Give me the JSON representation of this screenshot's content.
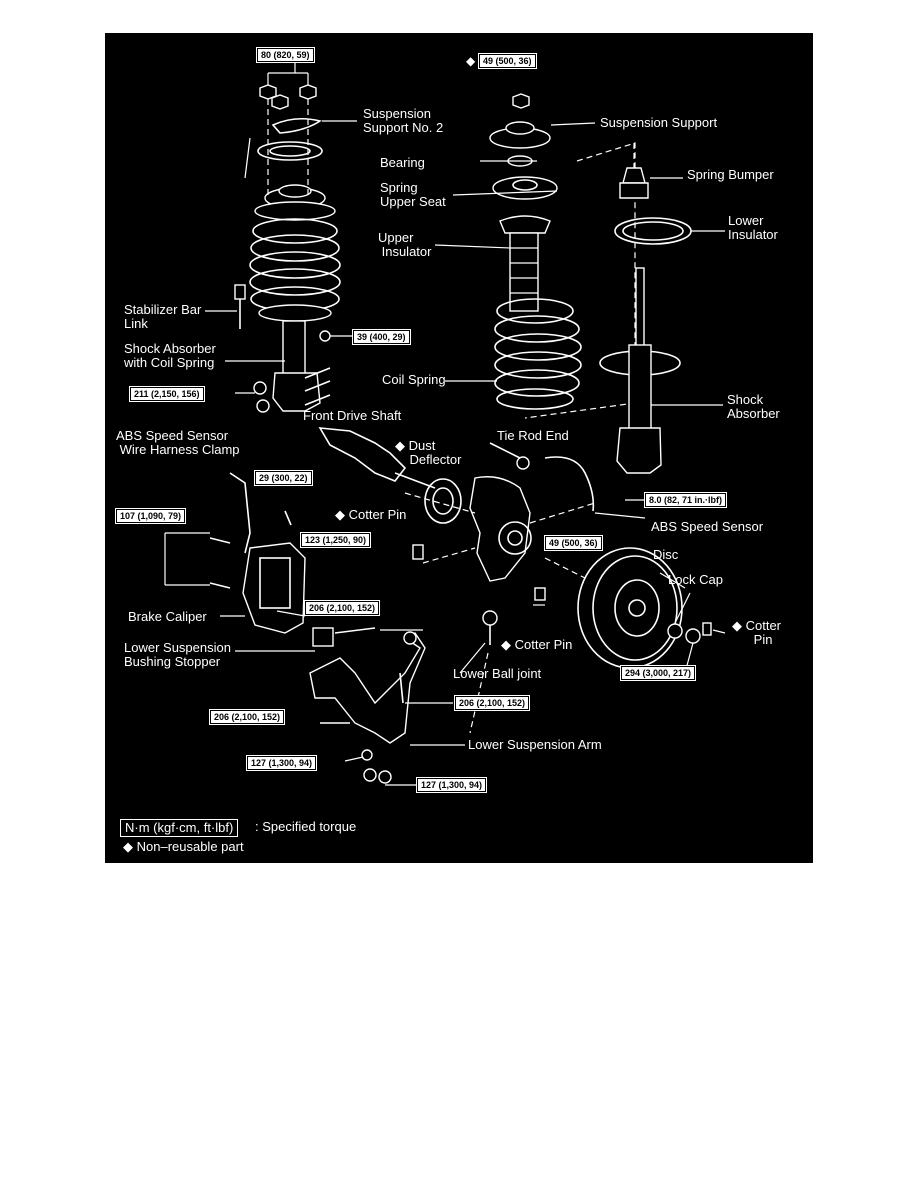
{
  "diagram": {
    "labels": {
      "suspension_support_no2": "Suspension\nSupport No. 2",
      "suspension_support": "Suspension Support",
      "bearing": "Bearing",
      "spring_upper_seat": "Spring\nUpper Seat",
      "spring_bumper": "Spring Bumper",
      "upper_insulator": "Upper\nInsulator",
      "lower_insulator": "Lower\nInsulator",
      "stabilizer_bar_link": "Stabilizer Bar\nLink",
      "shock_absorber_with_coil_spring": "Shock Absorber\nwith Coil Spring",
      "coil_spring": "Coil Spring",
      "shock_absorber": "Shock\nAbsorber",
      "front_drive_shaft": "Front Drive Shaft",
      "abs_wire_harness_clamp": "ABS Speed Sensor\nWire Harness Clamp",
      "dust_deflector": "Dust\nDeflector",
      "tie_rod_end": "Tie Rod End",
      "cotter_pin_1": "Cotter Pin",
      "abs_speed_sensor": "ABS Speed Sensor",
      "disc": "Disc",
      "lock_cap": "Lock Cap",
      "cotter_pin_2": "Cotter\nPin",
      "brake_caliper": "Brake Caliper",
      "lower_suspension_bushing_stopper": "Lower Suspension\nBushing Stopper",
      "cotter_pin_3": "Cotter Pin",
      "lower_ball_joint": "Lower Ball joint",
      "lower_suspension_arm": "Lower Suspension Arm"
    },
    "torques": {
      "t1": "80 (820, 59)",
      "t2": "49 (500, 36)",
      "t3": "39 (400, 29)",
      "t4": "211 (2,150, 156)",
      "t5": "29 (300, 22)",
      "t6": "8.0 (82, 71 in.·lbf)",
      "t7": "107 (1,090, 79)",
      "t8": "123 (1,250, 90)",
      "t9": "49 (500, 36)",
      "t10": "206 (2,100, 152)",
      "t11": "294 (3,000, 217)",
      "t12": "206 (2,100, 152)",
      "t13": "206 (2,100, 152)",
      "t14": "127 (1,300, 94)",
      "t15": "127 (1,300, 94)"
    },
    "legend": {
      "unit_box": "N·m (kgf·cm, ft·lbf)",
      "unit_text": ": Specified torque",
      "nonreusable": "Non–reusable part"
    },
    "symbols": {
      "nonreusable_mark": "◆"
    },
    "colors": {
      "background": "#000000",
      "foreground": "#ffffff"
    }
  }
}
